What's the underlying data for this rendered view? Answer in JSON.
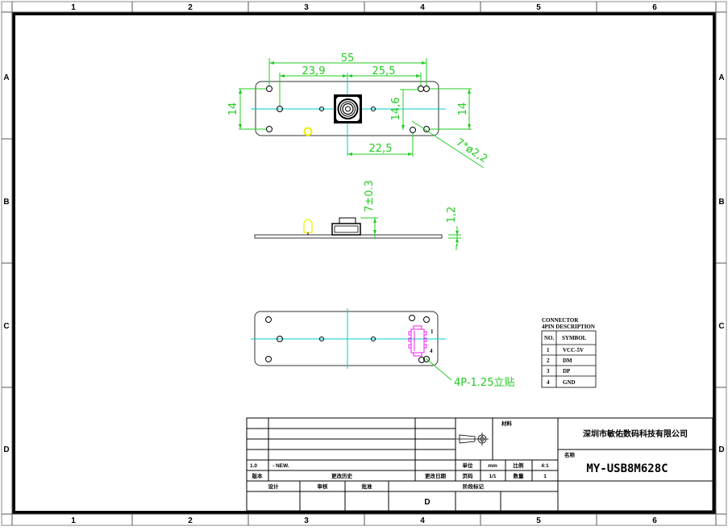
{
  "drawing": {
    "column_labels": [
      "1",
      "2",
      "3",
      "4",
      "5",
      "6"
    ],
    "row_labels": [
      "A",
      "B",
      "C",
      "D"
    ],
    "top_view": {
      "dimensions": {
        "overall_length": "55",
        "left_to_center": "23,9",
        "center_to_right": "25,5",
        "left_height": "14",
        "right_inner_height": "14,6",
        "right_height": "14",
        "center_to_hole": "22,5",
        "hole_callout": "7*ø2,2"
      }
    },
    "side_view": {
      "dimensions": {
        "component_height": "7±0.3",
        "board_thickness": "1,2"
      }
    },
    "bottom_view": {
      "pin_labels": [
        "1",
        "4"
      ],
      "connector_callout": "4P-1.25立贴"
    },
    "connector_table": {
      "title_line1": "CONNECTOR",
      "title_line2": "4PIN DESCRIPTION",
      "headers": [
        "NO.",
        "SYMBOL"
      ],
      "rows": [
        {
          "no": "1",
          "symbol": "VCC-5V"
        },
        {
          "no": "2",
          "symbol": "DM"
        },
        {
          "no": "3",
          "symbol": "DP"
        },
        {
          "no": "4",
          "symbol": "GND"
        }
      ]
    },
    "title_block": {
      "revision_version": "1.0",
      "revision_note": "- NEW.",
      "label_version": "版本",
      "label_history": "更改历史",
      "label_change_date": "更改日期",
      "label_material": "材料",
      "label_unit": "单位",
      "unit_value": "mm",
      "label_scale": "比例",
      "scale_value": "4:1",
      "label_page": "页码",
      "page_value": "1/1",
      "label_quantity": "数量",
      "quantity_value": "1",
      "label_design": "设计",
      "label_review": "审核",
      "label_approve": "批准",
      "label_zone_mark": "阶段标记",
      "zone_value": "D",
      "company": "深圳市敏佑数码科技有限公司",
      "label_name": "名称",
      "part_name": "MY-USB8M628C"
    },
    "colors": {
      "dimension": "#22cc22",
      "centerline": "#00cccc",
      "connector": "#ee22ee",
      "led": "#eeee00",
      "frame": "#000000"
    }
  }
}
